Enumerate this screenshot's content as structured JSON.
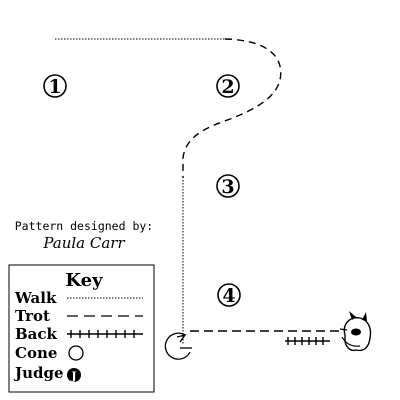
{
  "markers": [
    "1",
    "2",
    "3",
    "4"
  ],
  "credit": {
    "line1": "Pattern designed by:",
    "signature": "Paula Carr"
  },
  "key": {
    "title": "Key",
    "items": [
      {
        "label": "Walk",
        "symbol": "walk-line-icon"
      },
      {
        "label": "Trot",
        "symbol": "trot-line-icon"
      },
      {
        "label": "Back",
        "symbol": "back-line-icon"
      },
      {
        "label": "Cone",
        "symbol": "cone-icon"
      },
      {
        "label": "Judge",
        "symbol": "judge-icon"
      }
    ]
  },
  "judge_symbol": "J",
  "colors": {
    "ink": "#000000",
    "background": "#ffffff"
  }
}
